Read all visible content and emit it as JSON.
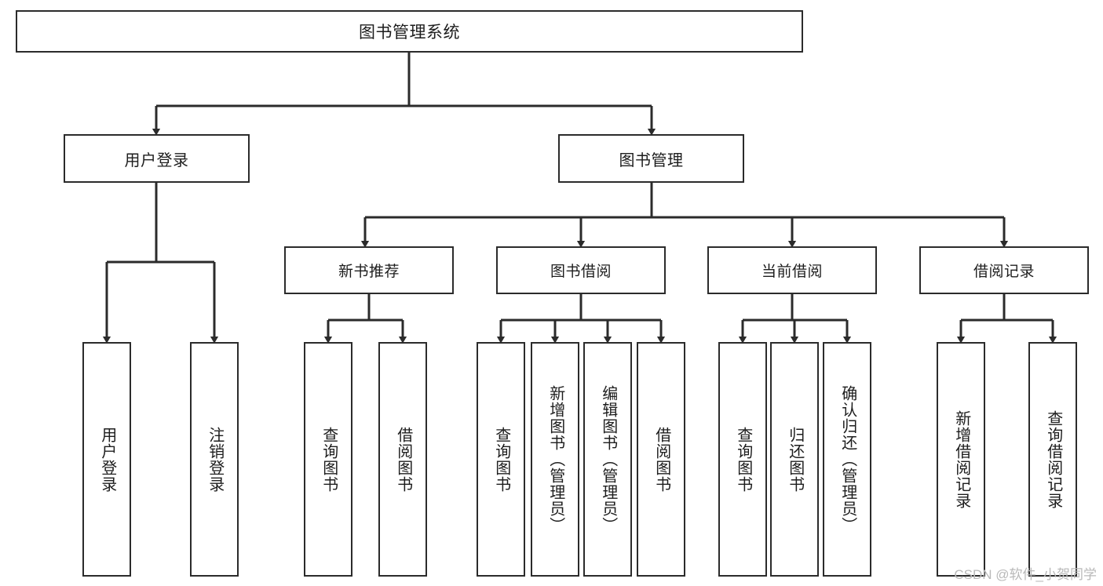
{
  "diagram": {
    "type": "tree",
    "title": "图书管理系统",
    "style": {
      "box_border": "#2b2b2b",
      "box_fill": "#ffffff",
      "connector": "#2b2b2b",
      "text": "#1d1d1d",
      "background": "#ffffff",
      "watermark_color": "#b9b9b9"
    },
    "levels": 4,
    "root": {
      "label": "图书管理系统"
    },
    "level2": [
      {
        "label": "用户登录"
      },
      {
        "label": "图书管理"
      }
    ],
    "level3": [
      {
        "label": "新书推荐"
      },
      {
        "label": "图书借阅"
      },
      {
        "label": "当前借阅"
      },
      {
        "label": "借阅记录"
      }
    ],
    "leaves": {
      "user_login": [
        {
          "label": "用户登录"
        },
        {
          "label": "注销登录"
        }
      ],
      "new_book": [
        {
          "label": "查询图书"
        },
        {
          "label": "借阅图书"
        }
      ],
      "book_borrow": [
        {
          "label": "查询图书"
        },
        {
          "label": "新增图书（管理员）"
        },
        {
          "label": "编辑图书（管理员）"
        },
        {
          "label": "借阅图书"
        }
      ],
      "current_borrow": [
        {
          "label": "查询图书"
        },
        {
          "label": "归还图书"
        },
        {
          "label": "确认归还（管理员）"
        }
      ],
      "borrow_record": [
        {
          "label": "新增借阅记录"
        },
        {
          "label": "查询借阅记录"
        }
      ]
    }
  },
  "watermark": {
    "text": "CSDN @软件_小贺同学"
  }
}
